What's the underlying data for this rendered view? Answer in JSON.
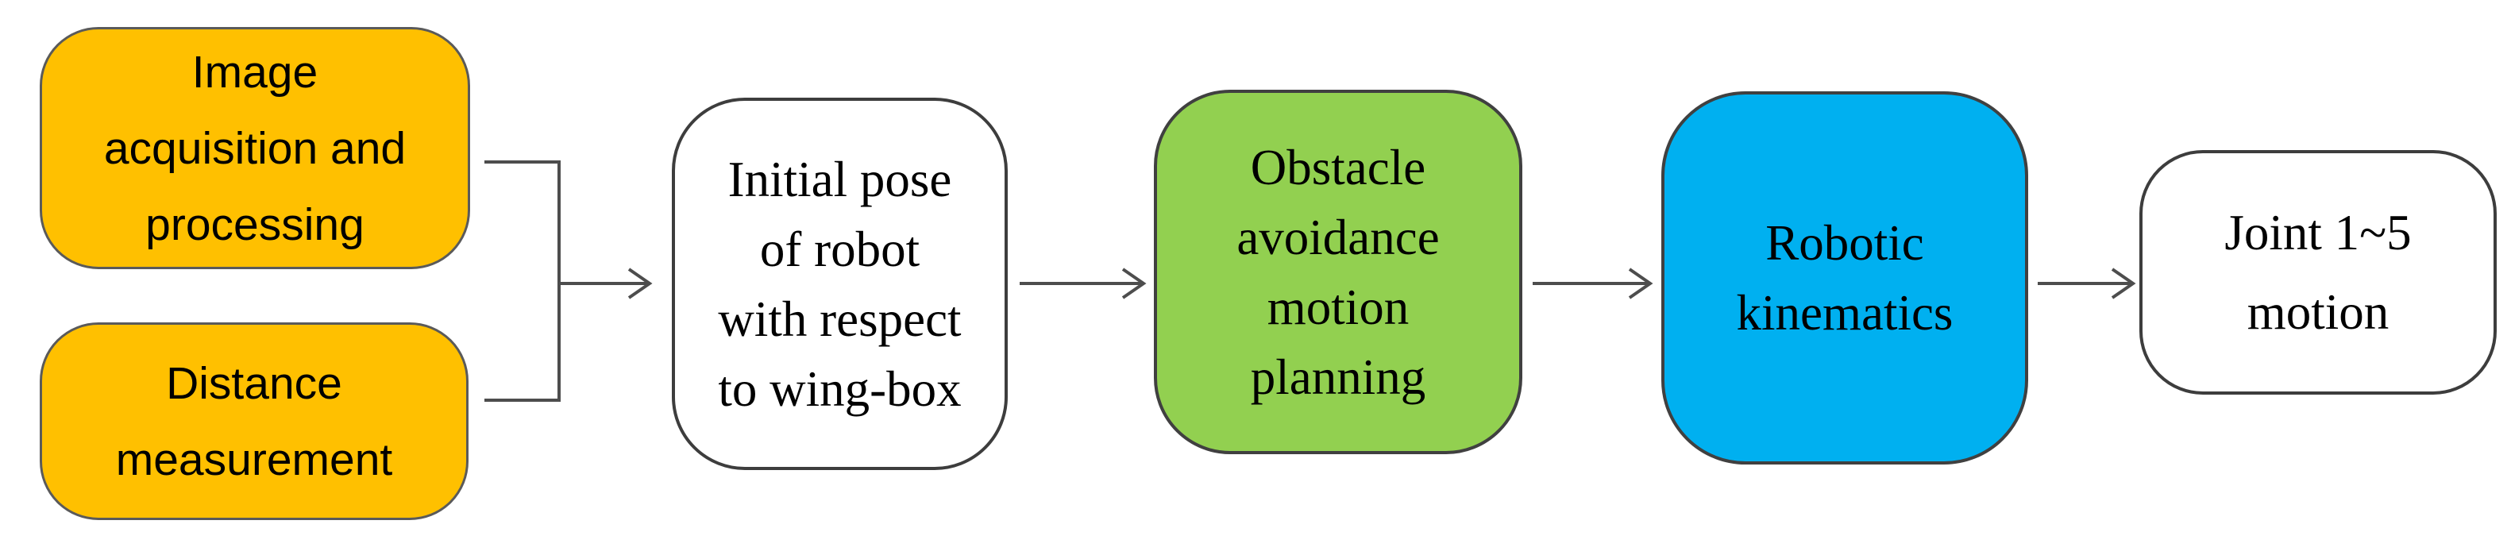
{
  "diagram": {
    "type": "flowchart",
    "background": "#ffffff",
    "line_color": "#4d4d4d",
    "nodes": {
      "image_acquisition": {
        "label": "Image\nacquisition and\nprocessing",
        "fill": "#FFC000",
        "border": "#5a5a5a"
      },
      "distance_measurement": {
        "label": "Distance\nmeasurement",
        "fill": "#FFC000",
        "border": "#5a5a5a"
      },
      "initial_pose": {
        "label": "Initial pose\nof robot\nwith respect\nto wing-box",
        "fill": "#FFFFFF",
        "border": "#3d3d3d"
      },
      "obstacle_avoidance": {
        "label": "Obstacle\navoidance\nmotion\nplanning",
        "fill": "#92D050",
        "border": "#404040"
      },
      "robotic_kinematics": {
        "label": "Robotic\nkinematics",
        "fill": "#00B0F0",
        "border": "#404040"
      },
      "joint_motion": {
        "label": "Joint 1~5\nmotion",
        "fill": "#FFFFFF",
        "border": "#3d3d3d"
      }
    },
    "flow": [
      "image_acquisition + distance_measurement -> initial_pose",
      "initial_pose -> obstacle_avoidance",
      "obstacle_avoidance -> robotic_kinematics",
      "robotic_kinematics -> joint_motion"
    ]
  }
}
